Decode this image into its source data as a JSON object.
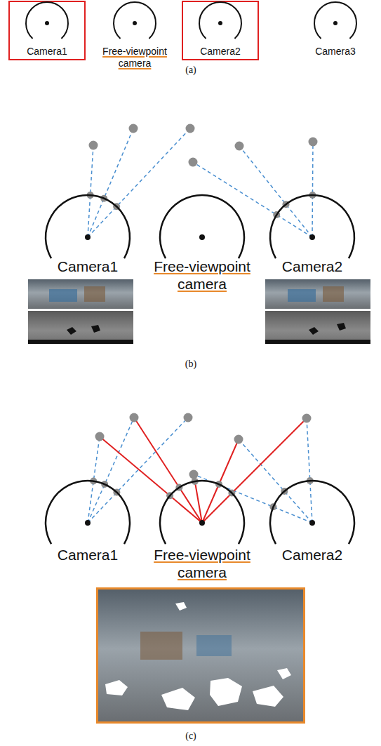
{
  "diagram": {
    "nodes": [
      {
        "text": [
          "Camera1"
        ]
      },
      {
        "text": [
          "Free-viewpoint camera"
        ]
      },
      {
        "text": [
          "Camera2"
        ]
      },
      {
        "text": [
          "Camera3"
        ]
      },
      {
        "text": [
          "Camera1"
        ]
      },
      {
        "text": [
          "Free-viewpoint camera"
        ]
      },
      {
        "text": [
          "Camera2"
        ]
      },
      {
        "text": [
          "Camera1"
        ]
      },
      {
        "text": [
          "Free-viewpoint camera"
        ]
      },
      {
        "text": [
          "Camera2"
        ]
      }
    ],
    "labels": [
      "(a)",
      "(b)",
      "(c)"
    ]
  }
}
